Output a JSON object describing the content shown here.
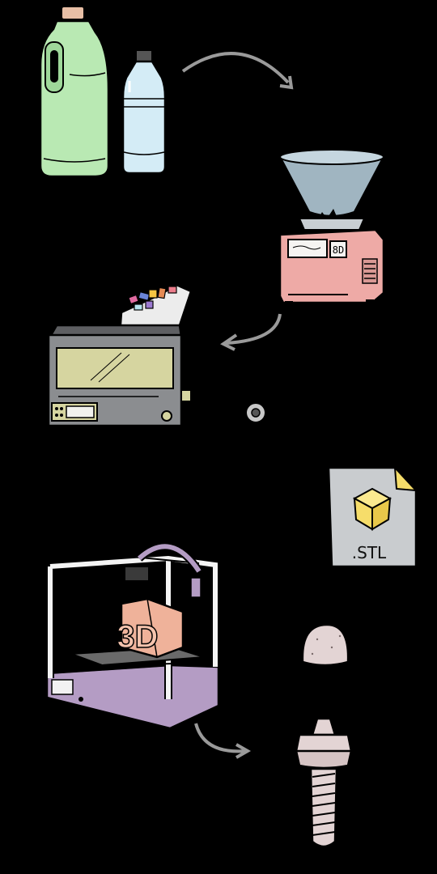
{
  "stl_file": {
    "label": ".STL",
    "icon": "stl-file-icon"
  },
  "grinder_display": {
    "label": "8D"
  },
  "printer_label": {
    "text": "3D"
  },
  "colors": {
    "detergent_bottle": "#b9e9b3",
    "water_bottle": "#d4ecf6",
    "grinder_body": "#eeaaa6",
    "grinder_hopper": "#a9bfcc",
    "extruder_body": "#8b8d90",
    "extruder_window": "#d6d5a0",
    "printer_base": "#b49cc4",
    "printed_object": "#efb29a",
    "file_page": "#c9cccf",
    "cube": "#f6dd6a",
    "implant": "#e3d4d4"
  }
}
